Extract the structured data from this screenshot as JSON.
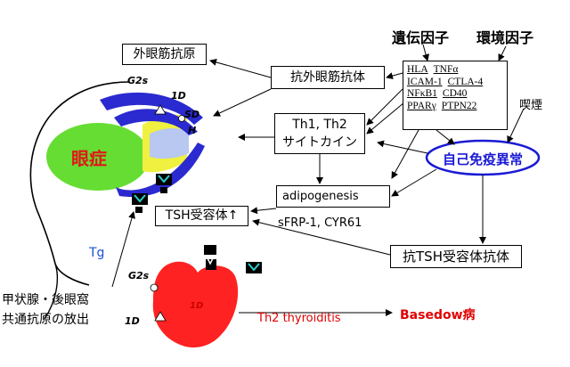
{
  "header": {
    "genetic_factor": "遺伝因子",
    "environmental_factor": "環境因子",
    "smoking": "喫煙"
  },
  "genes": [
    [
      "HLA",
      "TNFα"
    ],
    [
      "ICAM-1",
      "CTLA-4"
    ],
    [
      "NFκB1",
      "CD40"
    ],
    [
      "PPARγ",
      "PTPN22"
    ]
  ],
  "nodes": {
    "orbital_antigen": "外眼筋抗原",
    "anti_orbital_antibody": "抗外眼筋抗体",
    "th_line1": "Th1, Th2",
    "th_line2": "サイトカイン",
    "autoimmune": "自己免疫異常",
    "adipogenesis": "adipogenesis",
    "sfrp": "sFRP-1, CYR61",
    "tsh_receptor": "TSH受容体↑",
    "anti_tsh_receptor_antibody": "抗TSH受容体抗体",
    "th2_thyroiditis": "Th2 thyroiditis",
    "basedow": "Basedow病",
    "ophthalmopathy": "眼症",
    "tg": "Tg",
    "release_line1": "甲状腺・後眼窩",
    "release_line2": "共通抗原の放出"
  },
  "eye_labels": {
    "g2s": "G2s",
    "one_d": "1D",
    "sd": "SD",
    "h": "H"
  },
  "thyroid_labels": {
    "g2s": "G2s",
    "one_d": "1D",
    "inner_1d": "1D"
  },
  "colors": {
    "eye_green": "#66dd33",
    "muscle_blue": "#2a2ad0",
    "yellow": "#f0f040",
    "thyroid_red": "#ff2222",
    "red_text": "#e00000",
    "blue_text": "#1a1ad6"
  }
}
